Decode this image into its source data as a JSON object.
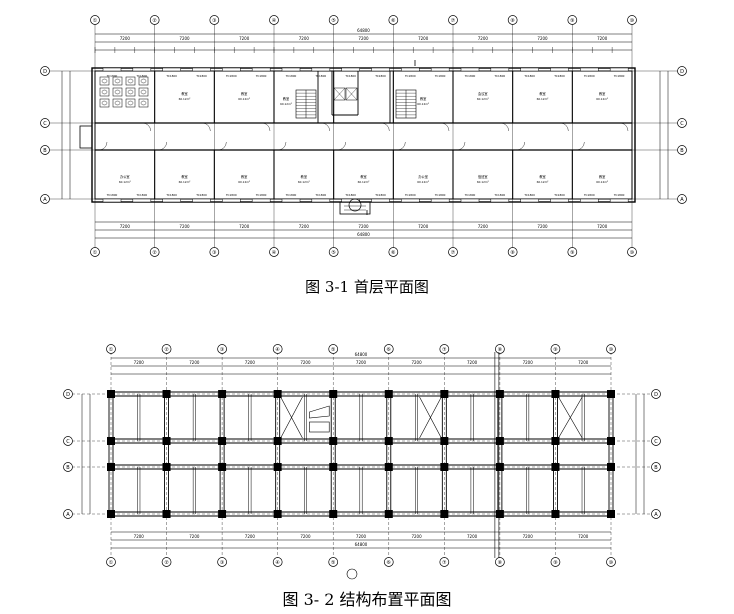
{
  "figure1": {
    "caption": "图 3-1  首层平面图",
    "col_axes": [
      "①",
      "②",
      "③",
      "④",
      "⑤",
      "⑥",
      "⑦",
      "⑧",
      "⑨",
      "⑩"
    ],
    "row_axes": [
      "A",
      "B",
      "C",
      "D"
    ],
    "top_dims": [
      "7200",
      "7200",
      "7200",
      "7200",
      "7200",
      "7200",
      "7200",
      "7200",
      "7200"
    ],
    "total_dim": "64800",
    "rooms": [
      "教室",
      "教室",
      "教室",
      "教室",
      "会议室",
      "教室",
      "教室",
      "办公室",
      "教室",
      "教室",
      "教室",
      "教室",
      "办公室",
      "值班室",
      "教室",
      "教室"
    ],
    "room_area_sample": "60.12m²",
    "window_tag": "TC1800",
    "door_tag": "M1021"
  },
  "figure2": {
    "caption": "图 3- 2 结构布置平面图",
    "col_axes": [
      "①",
      "②",
      "③",
      "④",
      "⑤",
      "⑥",
      "⑦",
      "⑧",
      "⑨",
      "⑩"
    ],
    "row_axes": [
      "D",
      "C",
      "B",
      "A"
    ],
    "top_dims": [
      "7200",
      "7200",
      "7200",
      "7200",
      "7200",
      "7200",
      "7200",
      "7200",
      "7200"
    ],
    "total_dim": "64800"
  }
}
